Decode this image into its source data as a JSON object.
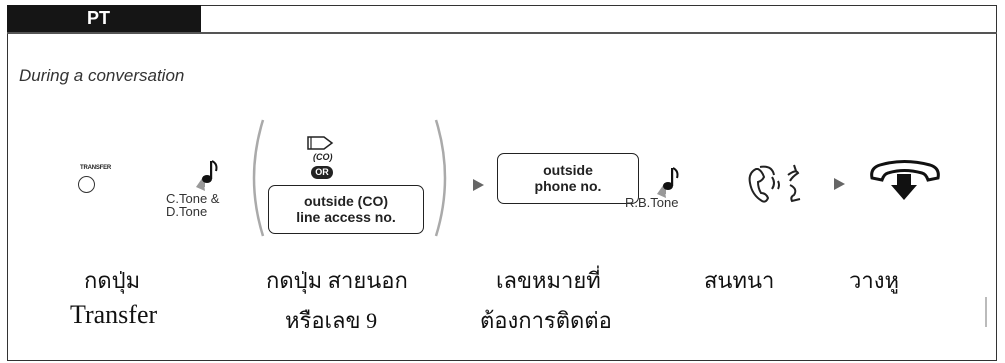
{
  "header": {
    "tab_label": "PT"
  },
  "subtitle": "During a conversation",
  "steps": {
    "transfer": {
      "button_caption": "TRANSFER"
    },
    "tone1": {
      "line1": "C.Tone &",
      "line2": "D.Tone"
    },
    "co_access": {
      "co_caption": "(CO)",
      "or_label": "OR",
      "box_line1": "outside (CO)",
      "box_line2": "line access no."
    },
    "phone": {
      "box_line1": "outside",
      "box_line2": "phone no."
    },
    "tone2": {
      "label": "R.B.Tone"
    }
  },
  "thai_labels": {
    "press_transfer": "กดปุ่ม",
    "transfer_word": "Transfer",
    "press_outside_line": "กดปุ่ม สายนอก",
    "or_number_9": "หรือเลข 9",
    "phone_number": "เลขหมายที่",
    "to_contact": "ต้องการติดต่อ",
    "converse": "สนทนา",
    "hang_up": "วางหู"
  },
  "icons": [
    "speaker-note-icon",
    "flexible-co-button-icon",
    "talking-head-icon",
    "handset-down-icon",
    "right-arrow-icon"
  ]
}
